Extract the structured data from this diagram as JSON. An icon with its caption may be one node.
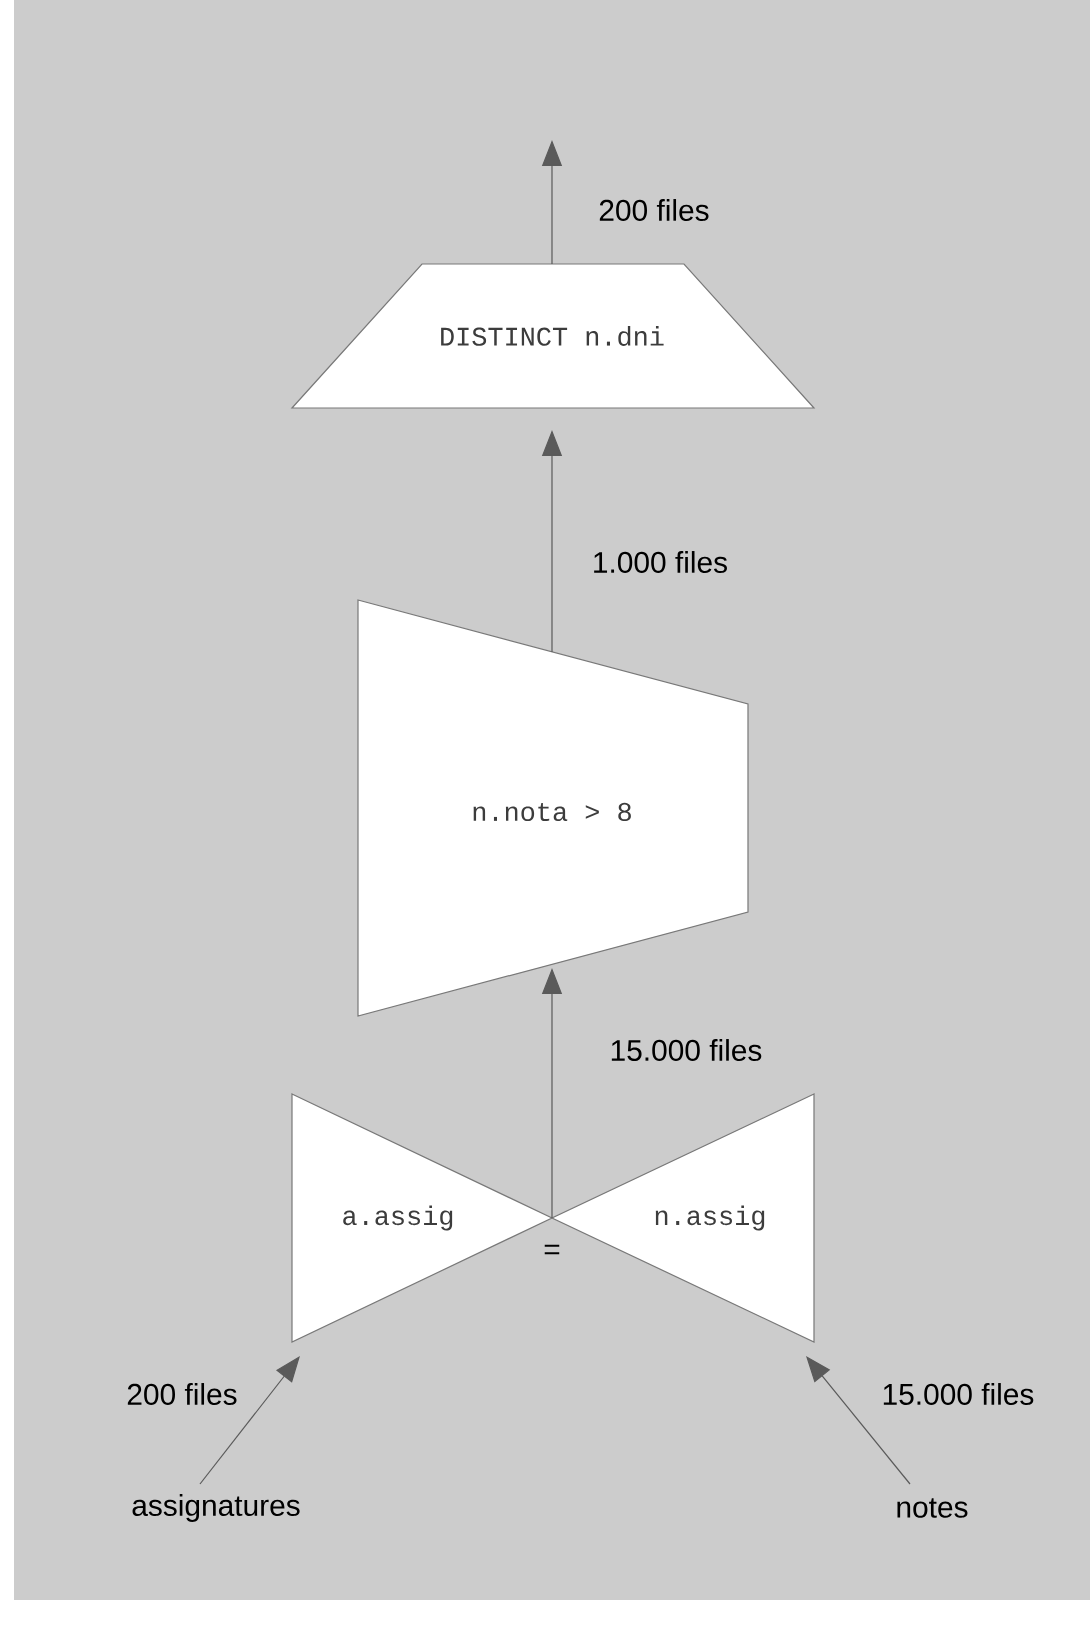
{
  "diagram": {
    "nodes": [
      {
        "text": [
          "DISTINCT n.dni"
        ]
      },
      {
        "text": [
          "n.nota > 8"
        ]
      },
      {
        "text": [
          "a.assig"
        ]
      },
      {
        "text": [
          "n.assig"
        ]
      },
      {
        "text": [
          "assignatures"
        ]
      },
      {
        "text": [
          "notes"
        ]
      }
    ],
    "edges": [
      {
        "from": 0,
        "to": null,
        "arrow": "to",
        "label": "200 files"
      },
      {
        "from": 1,
        "to": 0,
        "arrow": "to",
        "label": "1.000 files"
      },
      {
        "from": 2,
        "to": 1,
        "arrow": "to",
        "label": "15.000 files"
      },
      {
        "from": 3,
        "to": 1,
        "arrow": "to"
      },
      {
        "from": 4,
        "to": 2,
        "arrow": "to",
        "label": "200 files"
      },
      {
        "from": 5,
        "to": 3,
        "arrow": "to",
        "label": "15.000 files"
      }
    ],
    "labels": [
      "="
    ]
  }
}
